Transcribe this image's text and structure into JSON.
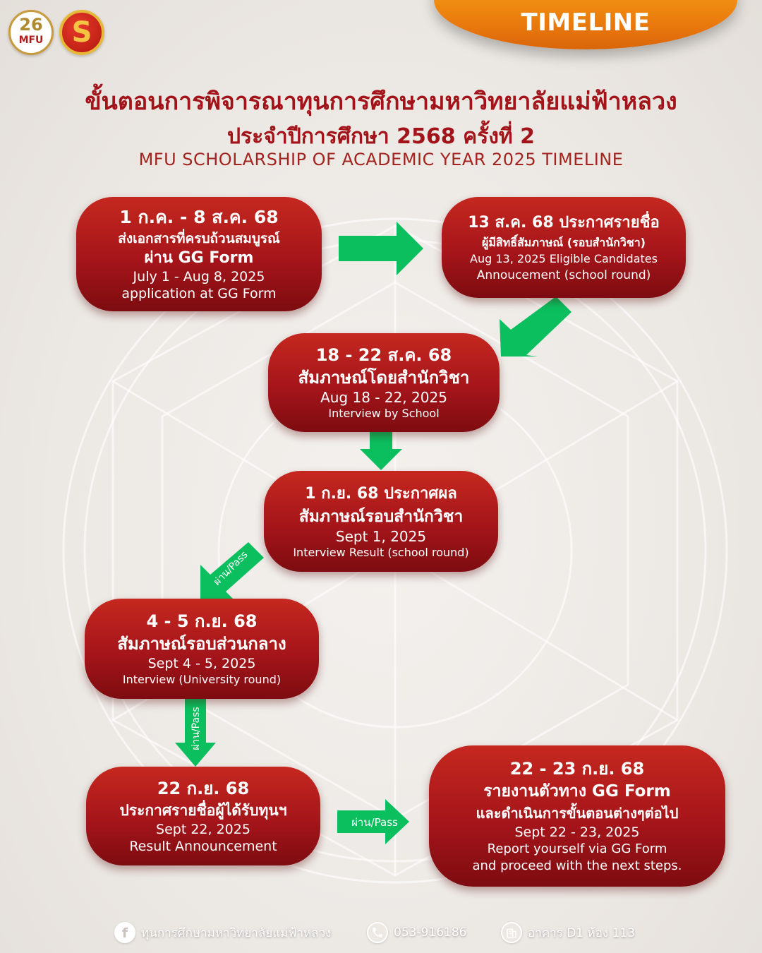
{
  "header": {
    "tab_label": "TIMELINE",
    "logo_mfu_number": "26",
    "logo_mfu_text": "MFU",
    "logo_s_text": "S"
  },
  "title": {
    "line1": "ขั้นตอนการพิจารณาทุนการศึกษามหาวิทยาลัยแม่ฟ้าหลวง",
    "line2": "ประจำปีการศึกษา 2568 ครั้งที่ 2",
    "subtitle": "MFU SCHOLARSHIP OF ACADEMIC YEAR 2025 TIMELINE"
  },
  "steps": [
    {
      "th_date": "1 ก.ค. - 8 ส.ค. 68",
      "th_desc": "ส่งเอกสารที่ครบถ้วนสมบูรณ์",
      "th_desc2": "ผ่าน GG Form",
      "en_date": "July 1 - Aug 8, 2025",
      "en_desc": "application at GG Form"
    },
    {
      "th_date": "13 ส.ค. 68 ประกาศรายชื่อ",
      "th_desc": "ผู้มีสิทธิ์สัมภาษณ์ (รอบสำนักวิชา)",
      "en_date": "Aug 13, 2025 Eligible Candidates",
      "en_desc": "Annoucement (school round)"
    },
    {
      "th_date": "18 - 22 ส.ค. 68",
      "th_desc": "สัมภาษณ์โดยสำนักวิชา",
      "en_date": "Aug 18 - 22, 2025",
      "en_desc": "Interview by School"
    },
    {
      "th_date": "1 ก.ย. 68 ประกาศผล",
      "th_desc": "สัมภาษณ์รอบสำนักวิชา",
      "en_date": "Sept 1, 2025",
      "en_desc": "Interview Result (school round)"
    },
    {
      "th_date": "4 - 5 ก.ย. 68",
      "th_desc": "สัมภาษณ์รอบส่วนกลาง",
      "en_date": "Sept 4 - 5, 2025",
      "en_desc": "Interview (University round)"
    },
    {
      "th_date": "22 ก.ย. 68",
      "th_desc": "ประกาศรายชื่อผู้ได้รับทุนฯ",
      "en_date": "Sept 22, 2025",
      "en_desc": "Result Announcement"
    },
    {
      "th_date": "22 - 23 ก.ย. 68",
      "th_desc": "รายงานตัวทาง GG Form",
      "th_desc2": "และดำเนินการขั้นตอนต่างๆต่อไป",
      "en_date": "Sept 22 - 23, 2025",
      "en_desc": "Report yourself via GG Form",
      "en_desc2": "and proceed with the next steps."
    }
  ],
  "arrows": {
    "pass_label": "ผ่าน/Pass"
  },
  "footer": {
    "facebook": "ทุนการศึกษามหาวิทยาลัยแม่ฟ้าหลวง",
    "phone": "053-916186",
    "location": "อาคาร D1 ห้อง 113"
  },
  "colors": {
    "box_red": "#a5151a",
    "arrow_green": "#0bbf5f",
    "tab_orange": "#f39313",
    "title_red": "#a3141a"
  }
}
